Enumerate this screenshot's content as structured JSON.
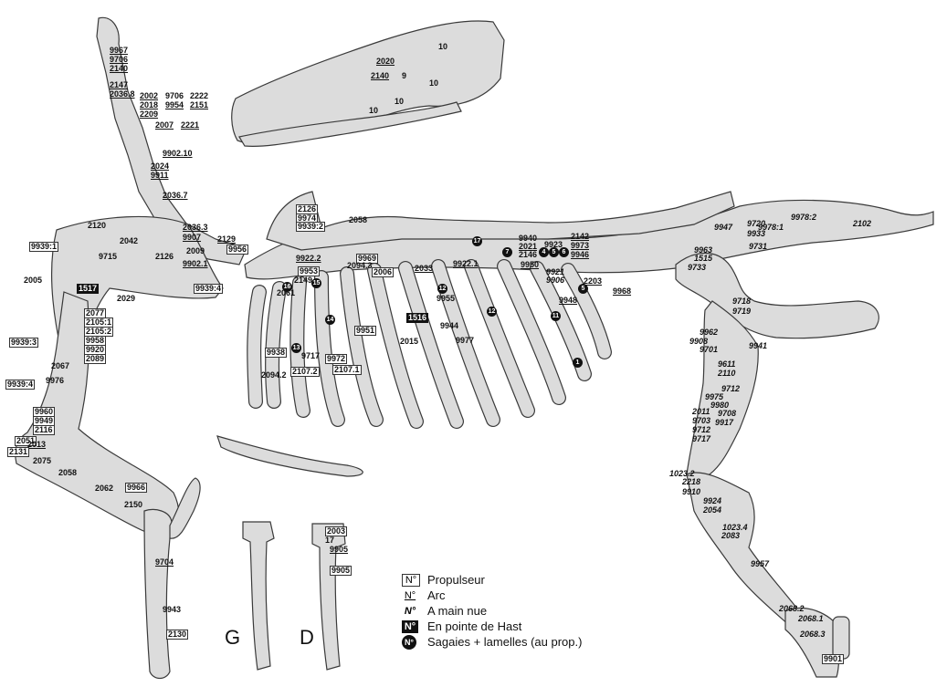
{
  "legend": {
    "symbol": "N°",
    "items": [
      {
        "style": "prop",
        "text": "Propulseur"
      },
      {
        "style": "arc",
        "text": "Arc"
      },
      {
        "style": "nue",
        "text": "A main nue"
      },
      {
        "style": "hast",
        "text": "En pointe de Hast"
      },
      {
        "style": "circ2",
        "text": "Sagaies + lamelles (au prop.)"
      }
    ]
  },
  "side_labels": {
    "left": "G",
    "right": "D"
  },
  "labels": [
    {
      "t": "9967",
      "s": "arc"
    },
    {
      "t": "9706",
      "s": "arc"
    },
    {
      "t": "2140",
      "s": "arc"
    },
    {
      "t": "2147",
      "s": "arc"
    },
    {
      "t": "2036.8",
      "s": "arc"
    },
    {
      "t": "2002",
      "s": "arc"
    },
    {
      "t": "2018",
      "s": "arc"
    },
    {
      "t": "2209",
      "s": "arc"
    },
    {
      "t": "9706",
      "s": "plain"
    },
    {
      "t": "9954",
      "s": "arc"
    },
    {
      "t": "2222",
      "s": "plain"
    },
    {
      "t": "2151",
      "s": "arc"
    },
    {
      "t": "2007",
      "s": "arc"
    },
    {
      "t": "2221",
      "s": "arc"
    },
    {
      "t": "9902.10",
      "s": "arc"
    },
    {
      "t": "2024",
      "s": "arc"
    },
    {
      "t": "9911",
      "s": "arc"
    },
    {
      "t": "2036.7",
      "s": "arc"
    },
    {
      "t": "2036.3",
      "s": "arc"
    },
    {
      "t": "9907",
      "s": "arc"
    },
    {
      "t": "2009",
      "s": "plain"
    },
    {
      "t": "9902.1",
      "s": "arc"
    },
    {
      "t": "2129",
      "s": "arc"
    },
    {
      "t": "9956",
      "s": "prop"
    },
    {
      "t": "9939:4",
      "s": "prop"
    },
    {
      "t": "2020",
      "s": "arc"
    },
    {
      "t": "2140",
      "s": "arc"
    },
    {
      "t": "9",
      "s": "plain"
    },
    {
      "t": "10",
      "s": "plain"
    },
    {
      "t": "10",
      "s": "plain"
    },
    {
      "t": "10",
      "s": "plain"
    },
    {
      "t": "10",
      "s": "plain"
    },
    {
      "t": "2120",
      "s": "plain"
    },
    {
      "t": "2042",
      "s": "plain"
    },
    {
      "t": "9939:1",
      "s": "prop"
    },
    {
      "t": "9715",
      "s": "plain"
    },
    {
      "t": "2126",
      "s": "plain"
    },
    {
      "t": "2005",
      "s": "plain"
    },
    {
      "t": "1517",
      "s": "hast"
    },
    {
      "t": "2029",
      "s": "plain"
    },
    {
      "t": "2077",
      "s": "prop"
    },
    {
      "t": "2105:1",
      "s": "prop"
    },
    {
      "t": "2105:2",
      "s": "prop"
    },
    {
      "t": "9958",
      "s": "prop"
    },
    {
      "t": "9920",
      "s": "prop"
    },
    {
      "t": "2089",
      "s": "prop"
    },
    {
      "t": "9939:3",
      "s": "prop"
    },
    {
      "t": "2067",
      "s": "plain"
    },
    {
      "t": "9939:4",
      "s": "prop"
    },
    {
      "t": "9976",
      "s": "plain"
    },
    {
      "t": "9960",
      "s": "prop"
    },
    {
      "t": "9949",
      "s": "prop"
    },
    {
      "t": "2116",
      "s": "prop"
    },
    {
      "t": "2051",
      "s": "prop"
    },
    {
      "t": "2013",
      "s": "arc"
    },
    {
      "t": "2131",
      "s": "prop"
    },
    {
      "t": "2075",
      "s": "plain"
    },
    {
      "t": "2058",
      "s": "plain"
    },
    {
      "t": "2062",
      "s": "plain"
    },
    {
      "t": "9966",
      "s": "prop"
    },
    {
      "t": "2150",
      "s": "plain"
    },
    {
      "t": "9704",
      "s": "arc"
    },
    {
      "t": "9943",
      "s": "plain"
    },
    {
      "t": "2130",
      "s": "prop"
    },
    {
      "t": "2126",
      "s": "prop"
    },
    {
      "t": "9974",
      "s": "prop"
    },
    {
      "t": "9939:2",
      "s": "prop"
    },
    {
      "t": "2058",
      "s": "plain"
    },
    {
      "t": "9922.2",
      "s": "arc"
    },
    {
      "t": "9953",
      "s": "prop"
    },
    {
      "t": "2149",
      "s": "plain"
    },
    {
      "t": "2061",
      "s": "plain"
    },
    {
      "t": "9969",
      "s": "prop"
    },
    {
      "t": "2094.3",
      "s": "plain"
    },
    {
      "t": "2006",
      "s": "prop"
    },
    {
      "t": "2033",
      "s": "arc"
    },
    {
      "t": "9922.1",
      "s": "arc"
    },
    {
      "t": "9955",
      "s": "plain"
    },
    {
      "t": "1516",
      "s": "hast"
    },
    {
      "t": "9944",
      "s": "plain"
    },
    {
      "t": "9977",
      "s": "plain"
    },
    {
      "t": "9951",
      "s": "prop"
    },
    {
      "t": "2015",
      "s": "plain"
    },
    {
      "t": "9938",
      "s": "prop"
    },
    {
      "t": "9717",
      "s": "plain"
    },
    {
      "t": "9972",
      "s": "prop"
    },
    {
      "t": "2094.2",
      "s": "plain"
    },
    {
      "t": "2107.2",
      "s": "prop"
    },
    {
      "t": "2107.1",
      "s": "prop"
    },
    {
      "t": "9940",
      "s": "plain"
    },
    {
      "t": "2021",
      "s": "arc"
    },
    {
      "t": "2146",
      "s": "plain"
    },
    {
      "t": "9923",
      "s": "plain"
    },
    {
      "t": "2142",
      "s": "arc"
    },
    {
      "t": "9973",
      "s": "arc"
    },
    {
      "t": "9946",
      "s": "arc"
    },
    {
      "t": "9950",
      "s": "arc"
    },
    {
      "t": "9921",
      "s": "nue"
    },
    {
      "t": "9906",
      "s": "nue"
    },
    {
      "t": "2203",
      "s": "arc"
    },
    {
      "t": "9948",
      "s": "arc"
    },
    {
      "t": "9968",
      "s": "arc"
    },
    {
      "t": "9947",
      "s": "nue"
    },
    {
      "t": "9978:1",
      "s": "nue"
    },
    {
      "t": "9720",
      "s": "nue"
    },
    {
      "t": "9933",
      "s": "nue"
    },
    {
      "t": "9978:2",
      "s": "nue"
    },
    {
      "t": "2102",
      "s": "nue"
    },
    {
      "t": "9731",
      "s": "nue"
    },
    {
      "t": "9963",
      "s": "nue"
    },
    {
      "t": "1515",
      "s": "nue"
    },
    {
      "t": "9733",
      "s": "nue"
    },
    {
      "t": "9718",
      "s": "nue"
    },
    {
      "t": "9719",
      "s": "nue"
    },
    {
      "t": "9962",
      "s": "nue"
    },
    {
      "t": "9908",
      "s": "nue"
    },
    {
      "t": "9701",
      "s": "nue"
    },
    {
      "t": "9941",
      "s": "nue"
    },
    {
      "t": "9611",
      "s": "nue"
    },
    {
      "t": "2110",
      "s": "nue"
    },
    {
      "t": "9712",
      "s": "nue"
    },
    {
      "t": "9975",
      "s": "nue"
    },
    {
      "t": "9980",
      "s": "nue"
    },
    {
      "t": "2011",
      "s": "nue"
    },
    {
      "t": "9708",
      "s": "nue"
    },
    {
      "t": "9703",
      "s": "nue"
    },
    {
      "t": "9917",
      "s": "nue"
    },
    {
      "t": "9712",
      "s": "nue"
    },
    {
      "t": "9717",
      "s": "nue"
    },
    {
      "t": "1023.2",
      "s": "nue"
    },
    {
      "t": "2218",
      "s": "nue"
    },
    {
      "t": "9910",
      "s": "nue"
    },
    {
      "t": "9924",
      "s": "nue"
    },
    {
      "t": "2054",
      "s": "nue"
    },
    {
      "t": "1023.4",
      "s": "nue"
    },
    {
      "t": "2083",
      "s": "nue"
    },
    {
      "t": "9957",
      "s": "nue"
    },
    {
      "t": "2068.2",
      "s": "nue"
    },
    {
      "t": "2068.1",
      "s": "nue"
    },
    {
      "t": "2068.3",
      "s": "nue"
    },
    {
      "t": "9901",
      "s": "prop"
    },
    {
      "t": "2003",
      "s": "prop"
    },
    {
      "t": "17",
      "s": "plain"
    },
    {
      "t": "9905",
      "s": "arc"
    },
    {
      "t": "9905",
      "s": "prop"
    }
  ],
  "circles": [
    "1",
    "4",
    "5",
    "6",
    "7",
    "11",
    "12",
    "12",
    "13",
    "14",
    "15",
    "16",
    "17",
    "5"
  ]
}
